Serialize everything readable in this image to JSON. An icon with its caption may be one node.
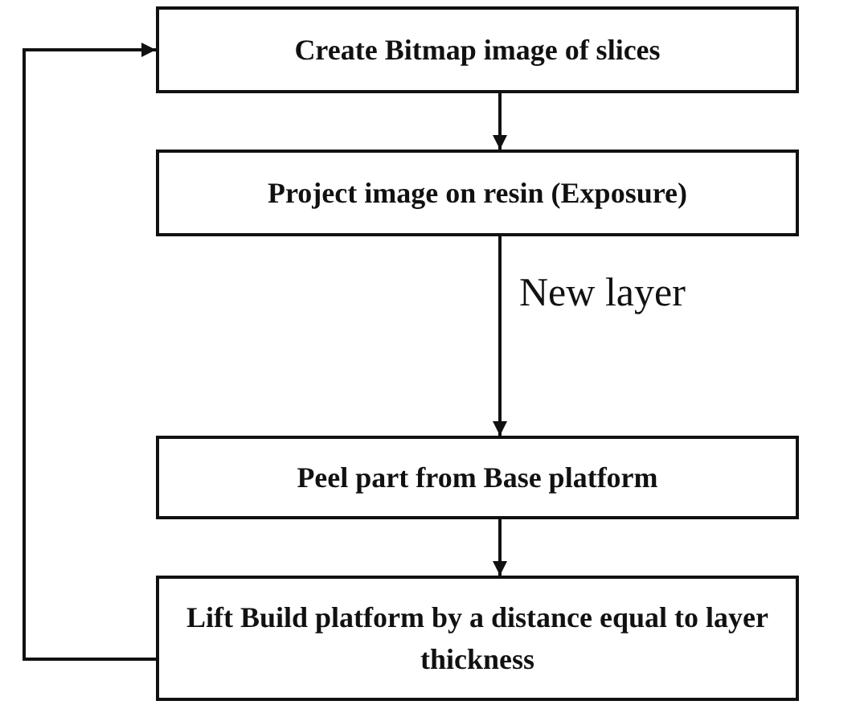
{
  "diagram": {
    "nodes": [
      {
        "text": [
          "Create Bitmap image of slices"
        ]
      },
      {
        "text": [
          "Project image on resin (Exposure)"
        ]
      },
      {
        "text": [
          "Peel part from Base platform"
        ]
      },
      {
        "text": [
          "Lift Build platform by a distance equal to layer thickness"
        ]
      }
    ],
    "edges": [
      {
        "from": 0,
        "to": 1,
        "arrow": "to"
      },
      {
        "from": 1,
        "to": 2,
        "arrow": "to",
        "label": "New layer"
      },
      {
        "from": 2,
        "to": 3,
        "arrow": "to"
      },
      {
        "from": 3,
        "to": 0,
        "arrow": "to"
      }
    ]
  }
}
